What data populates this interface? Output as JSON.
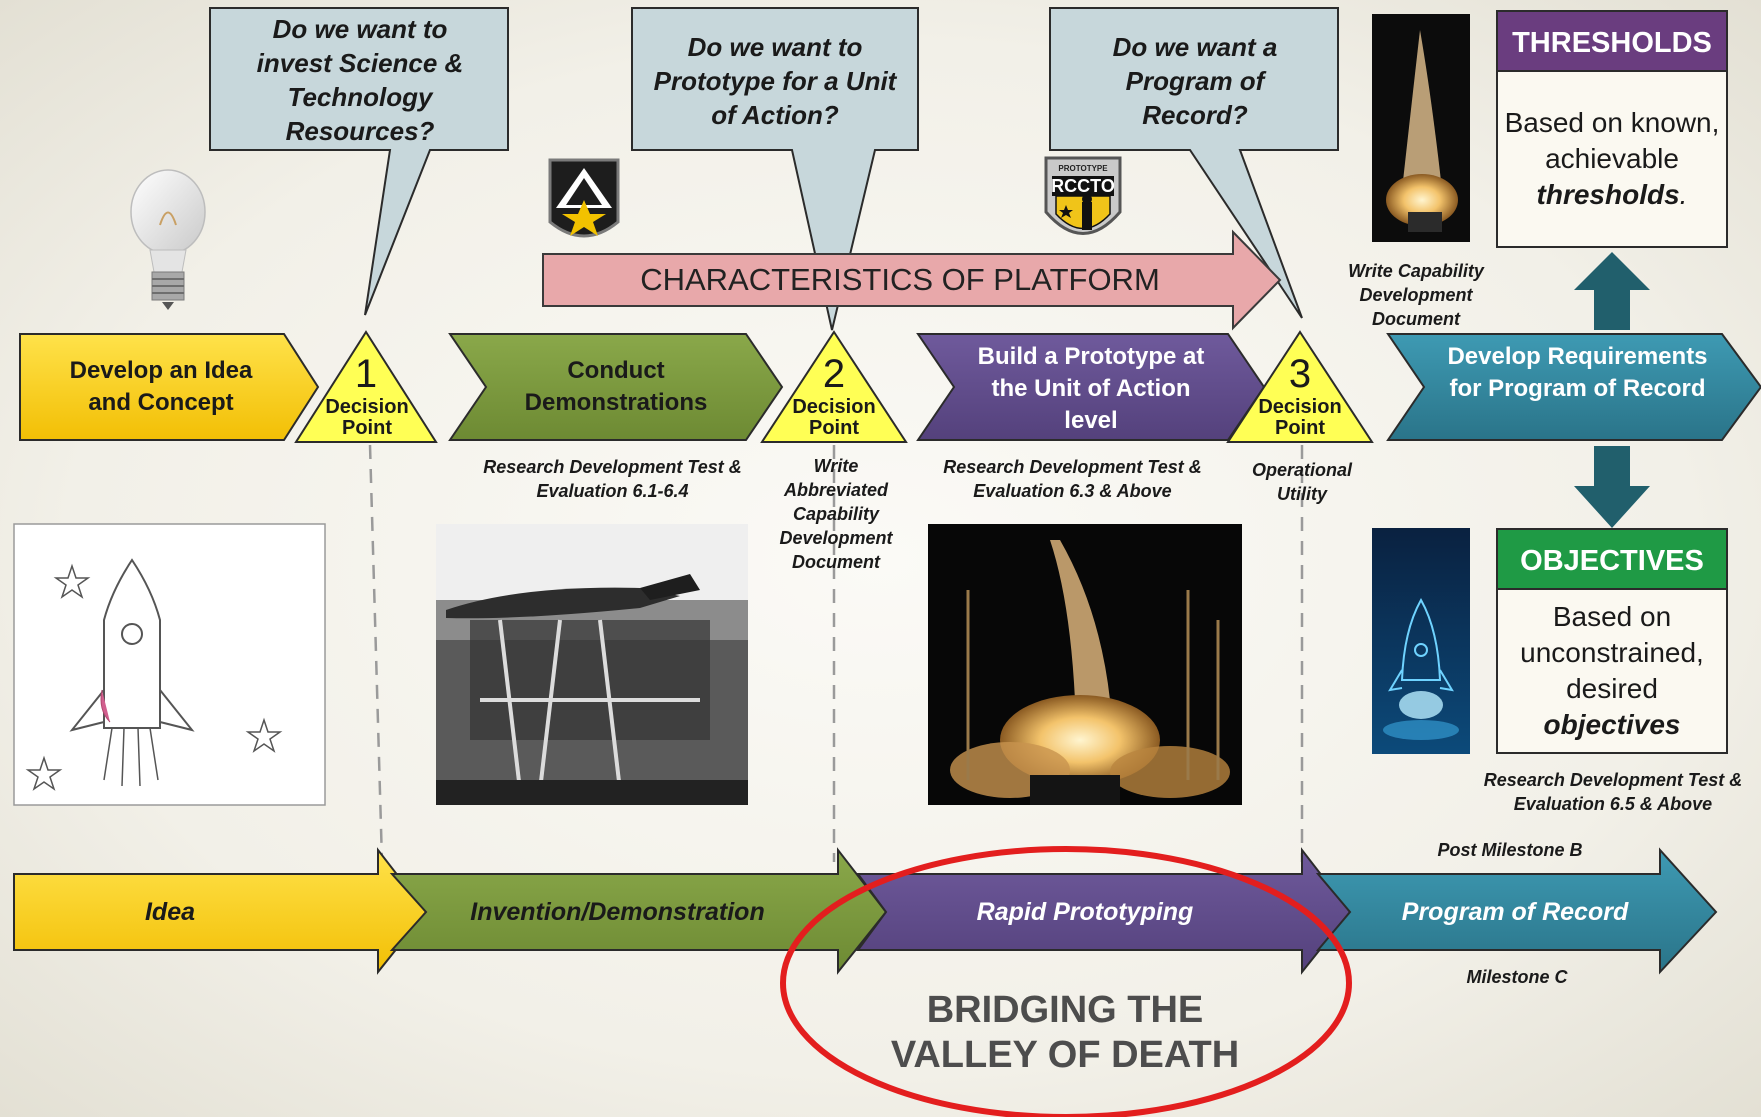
{
  "decision_questions": [
    "Do we want to invest Science & Technology Resources?",
    "Do we want to Prototype for a Unit of Action?",
    "Do we want a Program of Record?"
  ],
  "characteristics_banner": "CHARACTERISTICS OF PLATFORM",
  "logo_text": "RCCTO",
  "logo_small_text": "PROTOTYPE",
  "process_steps": [
    {
      "label": "Develop an Idea and Concept",
      "color": "#f7cf1d"
    },
    {
      "label": "Conduct Demonstrations",
      "color": "#77933c"
    },
    {
      "label": "Build a Prototype at the Unit of Action level",
      "color": "#5f4b8b"
    },
    {
      "label": "Develop Requirements for Program of Record",
      "color": "#31849b"
    }
  ],
  "decision_points": [
    {
      "number": "1",
      "label": "Decision Point"
    },
    {
      "number": "2",
      "label": "Decision Point"
    },
    {
      "number": "3",
      "label": "Decision Point"
    }
  ],
  "notes": {
    "rdte_61_64": "Research Development Test & Evaluation 6.1-6.4",
    "write_abbrev_cdd": "Write Abbreviated Capability Development Document",
    "rdte_63": "Research Development Test & Evaluation 6.3 & Above",
    "operational_utility": "Operational Utility",
    "write_cdd": "Write Capability Development Document",
    "rdte_65": "Research Development Test & Evaluation 6.5 & Above",
    "post_milestone_b": "Post Milestone B",
    "milestone_c": "Milestone C"
  },
  "thresholds": {
    "title": "THRESHOLDS",
    "body_prefix": "Based on known, achievable",
    "body_emphasis": "thresholds",
    "body_suffix": "."
  },
  "objectives": {
    "title": "OBJECTIVES",
    "body_prefix": "Based on unconstrained, desired",
    "body_emphasis": "objectives"
  },
  "phases": [
    {
      "label": "Idea",
      "color": "#f7cf1d"
    },
    {
      "label": "Invention/Demonstration",
      "color": "#77933c"
    },
    {
      "label": "Rapid Prototyping",
      "color": "#5f4b8b"
    },
    {
      "label": "Program of Record",
      "color": "#31849b"
    }
  ],
  "valley_text": "BRIDGING THE VALLEY OF DEATH",
  "colors": {
    "bubble": "#c7d7db",
    "banner": "#e8a8aa",
    "thresholds_header": "#6a3d7f",
    "objectives_header": "#1f9a45",
    "vertical_arrow": "#215f6c",
    "valley_circle": "#e31e1e"
  }
}
